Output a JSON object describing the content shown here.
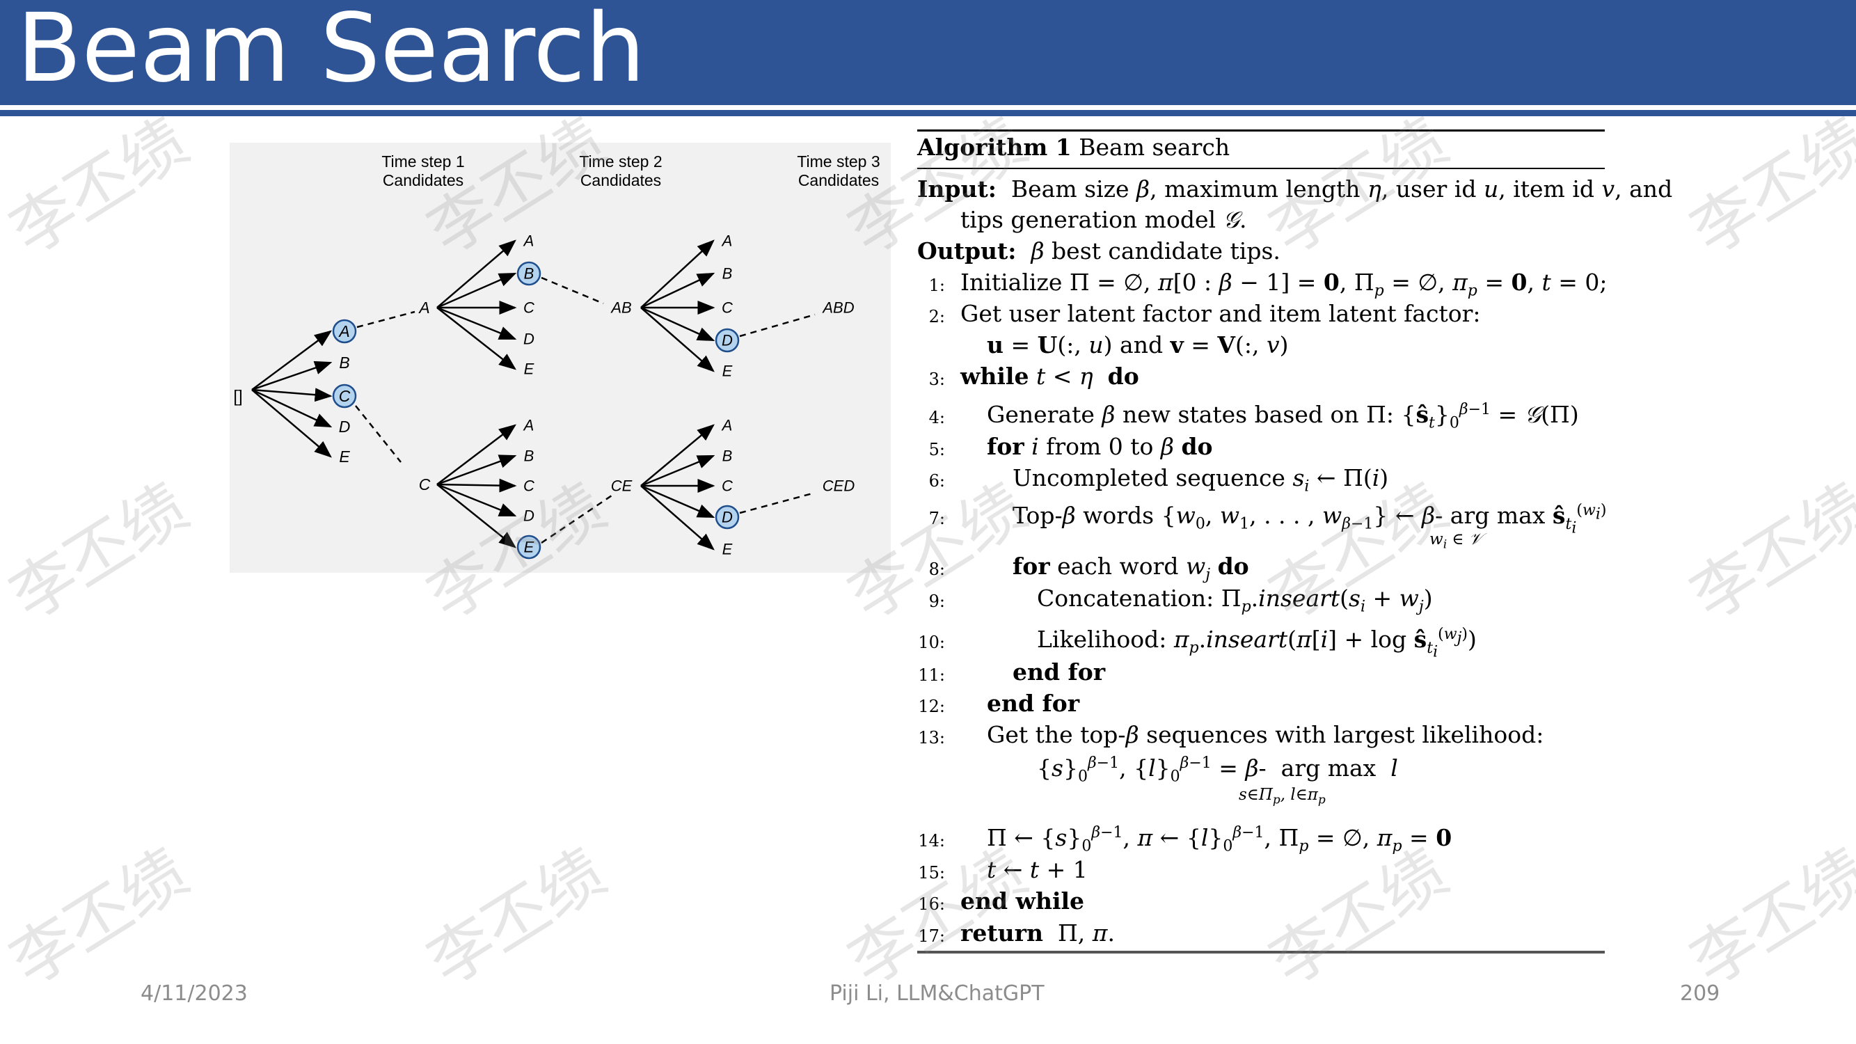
{
  "slide": {
    "title": "Beam Search"
  },
  "diagram": {
    "headers": [
      "Time step 1\nCandidates",
      "Time step 2\nCandidates",
      "Time step 3\nCandidates"
    ],
    "root": "[]",
    "step1": [
      "A",
      "B",
      "C",
      "D",
      "E"
    ],
    "beam1": [
      "A",
      "C"
    ],
    "step2_a": [
      "A",
      "B",
      "C",
      "D",
      "E"
    ],
    "step2_c": [
      "A",
      "B",
      "C",
      "D",
      "E"
    ],
    "beam2": [
      "AB",
      "CE"
    ],
    "step3_ab": [
      "A",
      "B",
      "C",
      "D",
      "E"
    ],
    "step3_ce": [
      "A",
      "B",
      "C",
      "D",
      "E"
    ],
    "beam3": [
      "ABD",
      "CED"
    ],
    "highlight_fill": "#b4d3ef",
    "highlight_stroke": "#1f4e8c"
  },
  "algorithm": {
    "heading_bold": "Algorithm 1",
    "heading_text": " Beam search",
    "input_label": "Input:",
    "output_label": "Output:"
  },
  "footer": {
    "date": "4/11/2023",
    "author": "Piji Li, LLM&ChatGPT",
    "page": "209"
  },
  "watermark": "李丕绩",
  "colors": {
    "title_bar": "#2e5496",
    "footer_text": "#8c8c8c"
  }
}
